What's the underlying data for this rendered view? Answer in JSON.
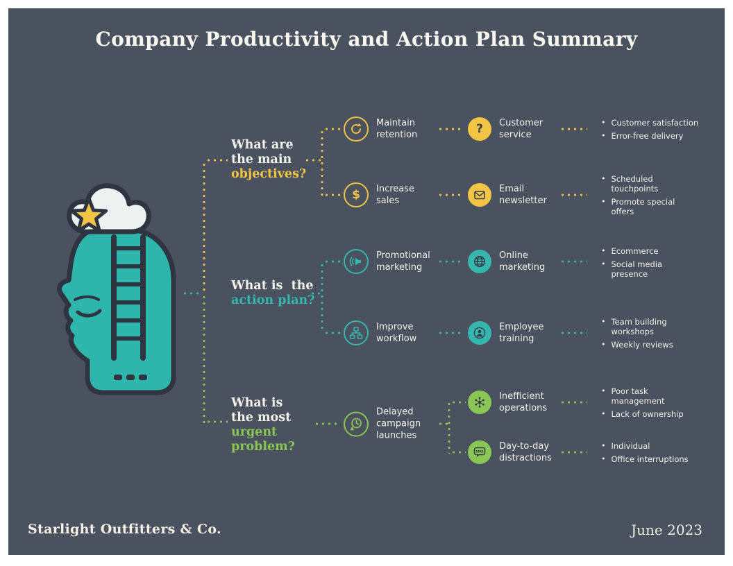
{
  "title": "Company Productivity and Action Plan Summary",
  "footer": {
    "company": "Starlight Outfitters & Co.",
    "date": "June 2023"
  },
  "palette": {
    "background": "#4a525f",
    "yellow": "#f2c545",
    "teal": "#36b7ae",
    "green": "#8ac655",
    "ink": "#2e3440",
    "text": "#f3f1ea"
  },
  "illustration": {
    "name": "head-with-ladder-cloud-star",
    "elements": [
      "head-profile",
      "ladder",
      "cloud",
      "star"
    ]
  },
  "branches": [
    {
      "id": "objectives",
      "color": "yellow",
      "question": {
        "white": "What are\nthe main",
        "colored": "objectives?"
      },
      "rows": [
        {
          "mid": {
            "icon": "refresh-icon",
            "label": "Maintain retention"
          },
          "right": {
            "icon": "question-icon",
            "glyph": "?",
            "label": "Customer service"
          },
          "bullets": [
            "Customer satisfaction",
            "Error-free delivery"
          ]
        },
        {
          "mid": {
            "icon": "dollar-icon",
            "glyph": "$",
            "label": "Increase sales"
          },
          "right": {
            "icon": "envelope-icon",
            "label": "Email newsletter"
          },
          "bullets": [
            "Scheduled\ntouchpoints",
            "Promote special\noffers"
          ]
        }
      ]
    },
    {
      "id": "action-plan",
      "color": "teal",
      "question": {
        "white": "What is  the",
        "colored": "action plan?"
      },
      "rows": [
        {
          "mid": {
            "icon": "megaphone-icon",
            "label": "Promotional marketing"
          },
          "right": {
            "icon": "globe-icon",
            "label": "Online marketing"
          },
          "bullets": [
            "Ecommerce",
            "Social media\npresence"
          ]
        },
        {
          "mid": {
            "icon": "workflow-icon",
            "label": "Improve workflow"
          },
          "right": {
            "icon": "person-icon",
            "label": "Employee training"
          },
          "bullets": [
            "Team building\nworkshops",
            "Weekly reviews"
          ]
        }
      ]
    },
    {
      "id": "urgent-problem",
      "color": "green",
      "question": {
        "white": "What is\nthe most",
        "colored": "urgent\nproblem?"
      },
      "mid": {
        "icon": "alert-clock-icon",
        "label": "Delayed campaign launches"
      },
      "rows": [
        {
          "right": {
            "icon": "scatter-icon",
            "label": "Inefficient operations"
          },
          "bullets": [
            "Poor task\nmanagement",
            "Lack of ownership"
          ]
        },
        {
          "right": {
            "icon": "sms-icon",
            "icon_text": "SMS",
            "label": "Day-to-day distractions"
          },
          "bullets": [
            "Individual",
            "Office interruptions"
          ]
        }
      ]
    }
  ]
}
